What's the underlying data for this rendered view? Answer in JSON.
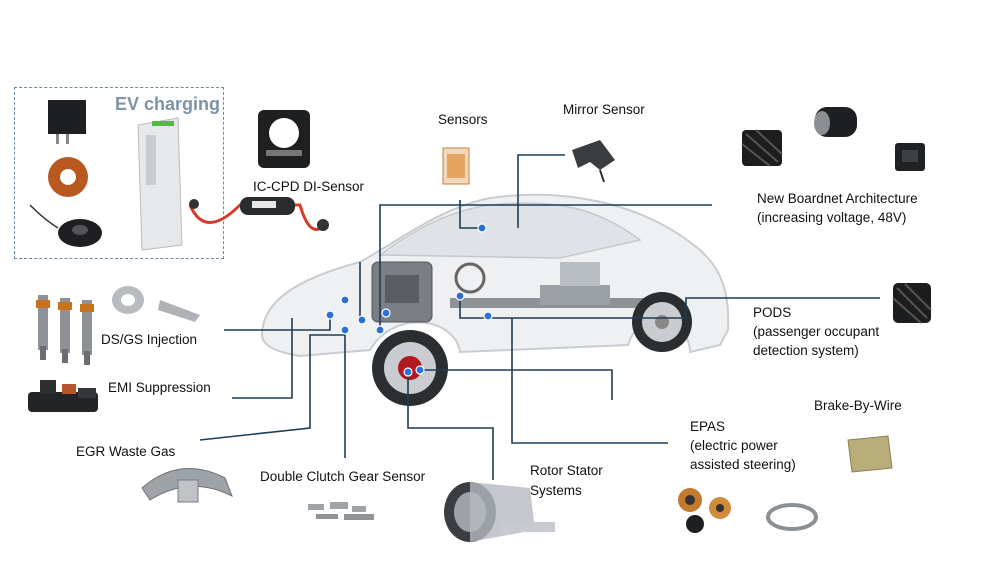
{
  "ev_box": {
    "title": "EV charging"
  },
  "labels": {
    "ic_cpd": "IC-CPD  DI-Sensor",
    "sensors": "Sensors",
    "mirror": "Mirror Sensor",
    "boardnet_1": "New Boardnet Architecture",
    "boardnet_2": "(increasing voltage, 48V)",
    "pods_1": "PODS",
    "pods_2": "(passenger occupant",
    "pods_3": "detection system)",
    "dsgs": "DS/GS  Injection",
    "emi": "EMI Suppression",
    "egr": "EGR  Waste Gas",
    "dcg": "Double Clutch Gear Sensor",
    "rotor_1": "Rotor Stator",
    "rotor_2": "Systems",
    "epas_1": "EPAS",
    "epas_2": "(electric power",
    "epas_3": "assisted steering)",
    "brake": "Brake-By-Wire"
  },
  "colors": {
    "connector": "#1f3b55",
    "accent": "#7d93a8",
    "car_body": "#e9ecef"
  },
  "icons": [
    "current-sensor-icon",
    "toroid-core-icon",
    "charging-station-icon",
    "charging-cable-icon",
    "ring-sensor-icon",
    "shunt-sensor-icon",
    "mirror-sensor-icon",
    "choke-coil-icon",
    "injector-icon",
    "ferrite-ring-icon",
    "waste-gas-sensor-icon",
    "clutch-sensor-icon",
    "rotor-stator-icon",
    "epas-coil-icon",
    "brake-block-icon",
    "car-cutaway-icon"
  ]
}
